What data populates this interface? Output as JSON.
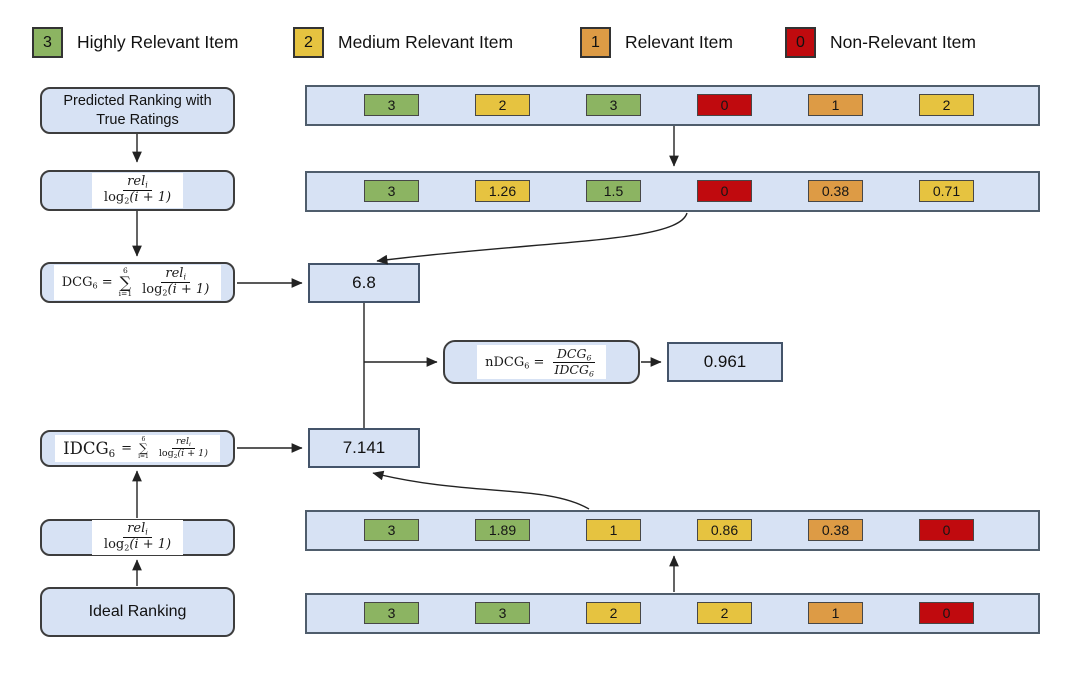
{
  "palette": {
    "green": "#8cb462",
    "yellow": "#e6c340",
    "orange": "#dd9b45",
    "red": "#c00a0e",
    "box_fill": "#d7e2f4"
  },
  "legend": {
    "items": [
      {
        "value": "3",
        "label": "Highly Relevant Item",
        "color": "green"
      },
      {
        "value": "2",
        "label": "Medium Relevant Item",
        "color": "yellow"
      },
      {
        "value": "1",
        "label": "Relevant Item",
        "color": "orange"
      },
      {
        "value": "0",
        "label": "Non-Relevant Item",
        "color": "red"
      }
    ]
  },
  "boxes": {
    "predicted": "Predicted Ranking with True Ratings",
    "ideal": "Ideal Ranking"
  },
  "formulas": {
    "rel": "rel",
    "rel_sub": "i",
    "log": "log",
    "log_sub": "2",
    "log_arg": "(i + 1)",
    "sigma": "∑",
    "sum_top": "6",
    "sum_bottom": "i=1",
    "dcg": "DCG",
    "dcg_sub": "6",
    "idcg": "IDCG",
    "idcg_sub": "6",
    "ndcg": "nDCG",
    "ndcg_sub": "6",
    "equals": "="
  },
  "results": {
    "dcg": "6.8",
    "idcg": "7.141",
    "ndcg": "0.961"
  },
  "rows": {
    "predicted": {
      "items": [
        {
          "value": "3",
          "color": "green"
        },
        {
          "value": "2",
          "color": "yellow"
        },
        {
          "value": "3",
          "color": "green"
        },
        {
          "value": "0",
          "color": "red"
        },
        {
          "value": "1",
          "color": "orange"
        },
        {
          "value": "2",
          "color": "yellow"
        }
      ]
    },
    "predicted_discounted": {
      "items": [
        {
          "value": "3",
          "color": "green"
        },
        {
          "value": "1.26",
          "color": "yellow"
        },
        {
          "value": "1.5",
          "color": "green"
        },
        {
          "value": "0",
          "color": "red"
        },
        {
          "value": "0.38",
          "color": "orange"
        },
        {
          "value": "0.71",
          "color": "yellow"
        }
      ]
    },
    "ideal_discounted": {
      "items": [
        {
          "value": "3",
          "color": "green"
        },
        {
          "value": "1.89",
          "color": "green"
        },
        {
          "value": "1",
          "color": "yellow"
        },
        {
          "value": "0.86",
          "color": "yellow"
        },
        {
          "value": "0.38",
          "color": "orange"
        },
        {
          "value": "0",
          "color": "red"
        }
      ]
    },
    "ideal": {
      "items": [
        {
          "value": "3",
          "color": "green"
        },
        {
          "value": "3",
          "color": "green"
        },
        {
          "value": "2",
          "color": "yellow"
        },
        {
          "value": "2",
          "color": "yellow"
        },
        {
          "value": "1",
          "color": "orange"
        },
        {
          "value": "0",
          "color": "red"
        }
      ]
    }
  }
}
